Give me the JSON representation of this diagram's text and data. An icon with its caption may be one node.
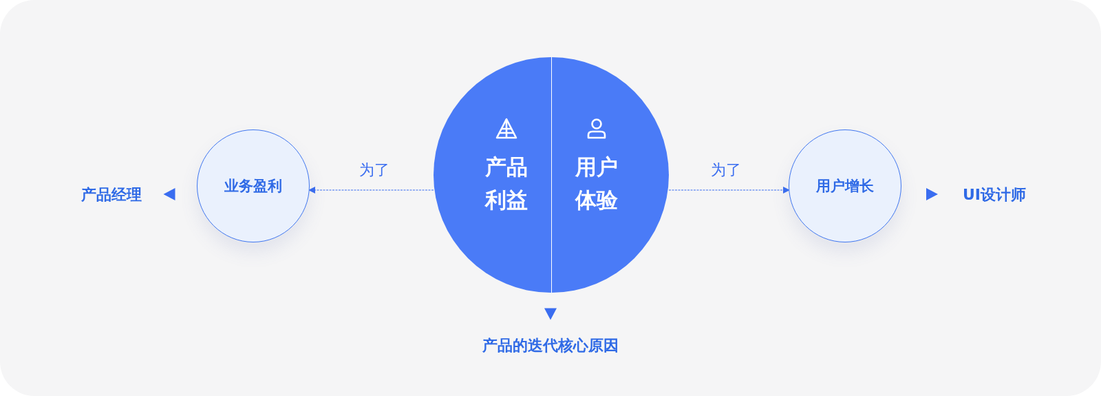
{
  "diagram": {
    "nodes": [
      {
        "text": [
          "产品经理"
        ]
      },
      {
        "text": [
          "业务盈利"
        ]
      },
      {
        "text": [],
        "shape": "circle"
      },
      {
        "text": [
          "产品利益"
        ],
        "in": 2
      },
      {
        "text": [
          "用户体验"
        ],
        "in": 2
      },
      {
        "text": [
          "用户增长"
        ]
      },
      {
        "text": [
          "UI设计师"
        ]
      },
      {
        "text": [
          "产品的迭代核心原因"
        ]
      }
    ],
    "edges": [
      {
        "from": 3,
        "to": 1,
        "arrow": "to",
        "label": "为了",
        "style": "dashed"
      },
      {
        "from": 4,
        "to": 5,
        "arrow": "to",
        "label": "为了",
        "style": "dashed"
      },
      {
        "from": 1,
        "to": 0,
        "arrow": "to"
      },
      {
        "from": 5,
        "to": 6,
        "arrow": "to"
      },
      {
        "from": 2,
        "to": 7,
        "arrow": "to"
      }
    ]
  }
}
